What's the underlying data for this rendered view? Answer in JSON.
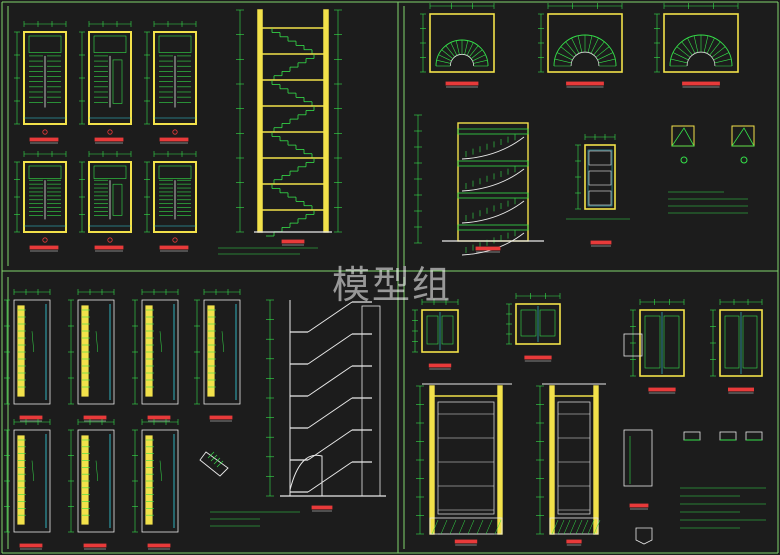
{
  "watermark": "模型组",
  "colors": {
    "background": "#1c1c1c",
    "frame": "#7fd36b",
    "wall": "#f2e14a",
    "stair": "#35e04a",
    "dimension": "#35e04a",
    "label": "#e83a3a",
    "cyan": "#36d6e6",
    "white": "#e8e8e8"
  },
  "sheets": [
    {
      "id": "sheet-1",
      "name": "stair-plans-and-section-a"
    },
    {
      "id": "sheet-2",
      "name": "spiral-stair-details"
    },
    {
      "id": "sheet-3",
      "name": "stair-plans-and-section-b"
    },
    {
      "id": "sheet-4",
      "name": "elevator-shaft-details"
    }
  ]
}
